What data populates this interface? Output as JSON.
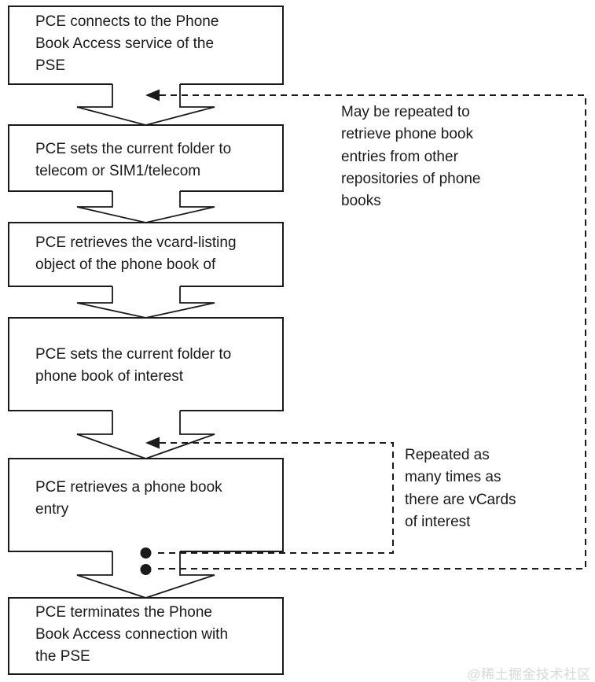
{
  "diagram": {
    "steps": [
      "PCE connects to the Phone\nBook Access service of the\nPSE",
      "PCE sets the current folder to\ntelecom or SIM1/telecom",
      "PCE retrieves the vcard-listing\nobject of the phone book of",
      "PCE sets the current folder to\nphone book of interest",
      "PCE retrieves a phone book\nentry",
      "PCE terminates the Phone\nBook Access connection with\nthe PSE"
    ],
    "loop_notes": [
      "May be repeated to\nretrieve phone book\nentries from other\nrepositories of phone\nbooks",
      "Repeated as\nmany times as\nthere are vCards\nof interest"
    ],
    "watermark": "@稀土掘金技术社区",
    "colors": {
      "line": "#1a1a1a",
      "text": "#1a1a1a",
      "watermark": "#d8d8d8",
      "background": "#ffffff"
    }
  }
}
